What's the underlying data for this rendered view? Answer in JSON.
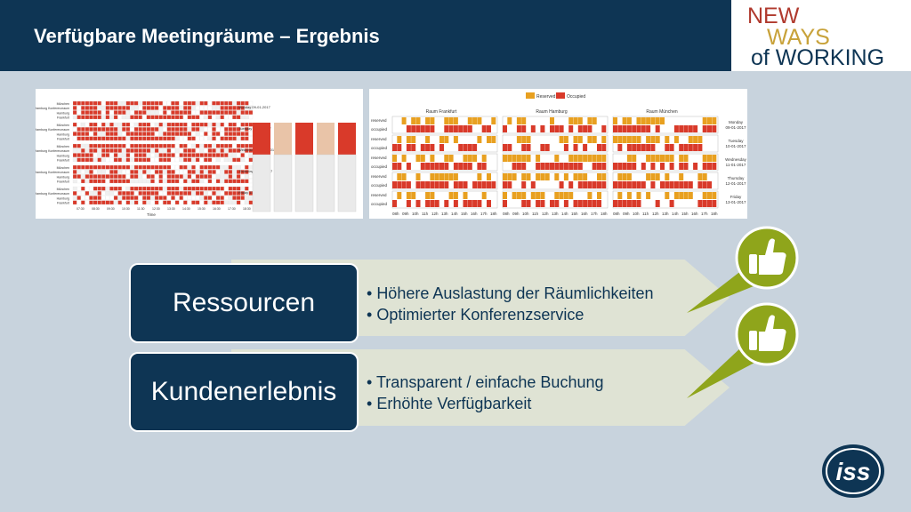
{
  "header": {
    "title": "Verfügbare Meetingräume – Ergebnis"
  },
  "logo": {
    "line1": "NEW",
    "line2": "WAYS",
    "line3": "of WORKING"
  },
  "iss_logo": {
    "text": "iss"
  },
  "sections": [
    {
      "label": "Ressourcen",
      "bullets": [
        "Höhere Auslastung der Räumlichkeiten",
        "Optimierter Konferenzservice"
      ]
    },
    {
      "label": "Kundenerlebnis",
      "bullets": [
        "Transparent / einfache Buchung",
        "Erhöhte Verfügbarkeit"
      ]
    }
  ],
  "colors": {
    "header_bg": "#0e3554",
    "accent_green": "#8fa51b",
    "reserved": "#e8a020",
    "occupied": "#d93a2a"
  },
  "thumbnails": {
    "left": {
      "days": [
        "Monday 09-01-2017",
        "Tuesday 10-01-2017",
        "Wednesday 11-01-2017",
        "Thursday 12-01-2017",
        "Friday 13-01-2017"
      ],
      "rooms": [
        "München",
        "Hamburg Konferenzraum",
        "Hamburg",
        "Frankfurt"
      ],
      "time_labels": [
        "07:30",
        "08:30",
        "09:30",
        "10:30",
        "11:30",
        "12:30",
        "13:30",
        "14:30",
        "15:30",
        "16:30",
        "17:30",
        "18:30"
      ],
      "xlabel": "Time"
    },
    "right": {
      "legend": [
        "Reserved",
        "Occupied"
      ],
      "rooms": [
        "Raum Frankfurt",
        "Raum Hamburg",
        "Raum München"
      ],
      "row_labels": [
        "reserved",
        "occupied"
      ],
      "days": [
        "Monday 09-01-2017",
        "Tuesday 10-01-2017",
        "Wednesday 11-01-2017",
        "Thursday 12-01-2017",
        "Friday 13-01-2017"
      ],
      "hours": [
        "08h",
        "09h",
        "10h",
        "11h",
        "12h",
        "13h",
        "14h",
        "15h",
        "16h",
        "17h",
        "18h"
      ]
    }
  }
}
